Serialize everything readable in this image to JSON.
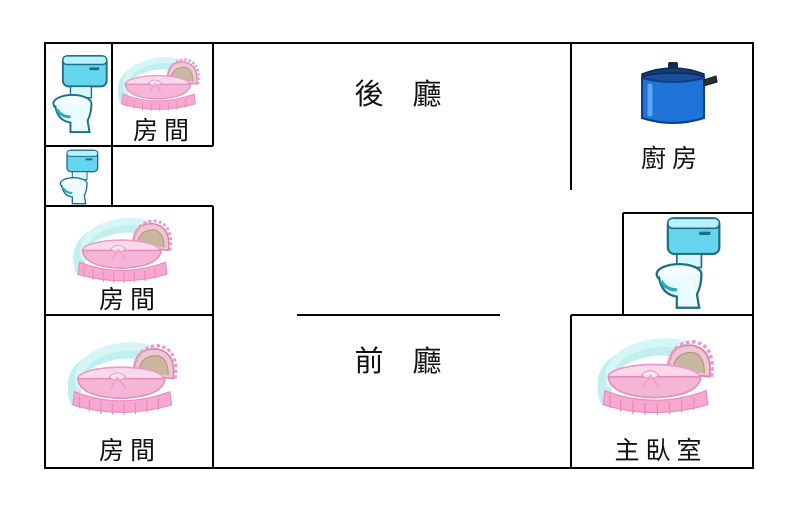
{
  "rooms": {
    "back_hall": "後　廳",
    "front_hall": "前　廳",
    "kitchen": "廚房",
    "bedroom_top": "房間",
    "bedroom_mid": "房間",
    "bedroom_bottom": "房間",
    "master_bedroom": "主臥室"
  },
  "icons": [
    "toilet-icon",
    "cradle-icon",
    "pot-icon"
  ],
  "colors": {
    "wall": "#000000",
    "toilet_tank": "#66d6ee",
    "toilet_dark": "#2aa7c6",
    "cradle_pink": "#f6b4d6",
    "cradle_swirl": "#bff0ef",
    "pot_blue": "#1e73d8",
    "pot_lid": "#0d2a55"
  }
}
